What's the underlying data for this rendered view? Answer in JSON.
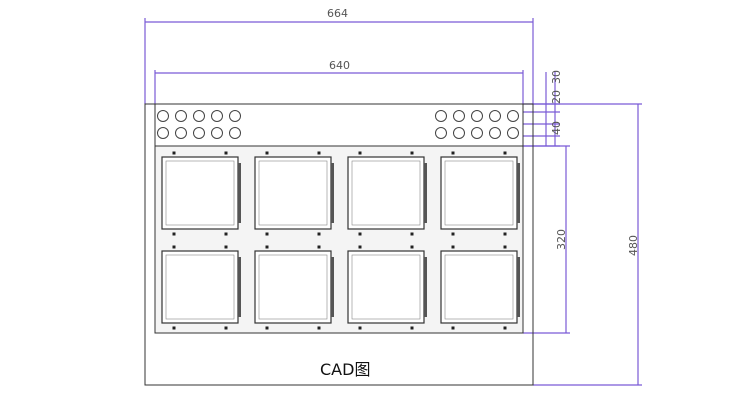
{
  "drawing": {
    "caption": "CAD图",
    "dimensions": {
      "overall_width": "664",
      "inner_width": "640",
      "pitch_a": "20",
      "pitch_b": "30",
      "hole_gap": "40",
      "inner_height": "320",
      "overall_height": "480"
    },
    "module_grid": {
      "rows": 2,
      "columns": 4
    },
    "hole_rows": {
      "rows": 2,
      "holes_per_group": 5,
      "groups": 2
    }
  },
  "colors": {
    "dimension": "#7a5bd6",
    "outline": "#333333"
  }
}
